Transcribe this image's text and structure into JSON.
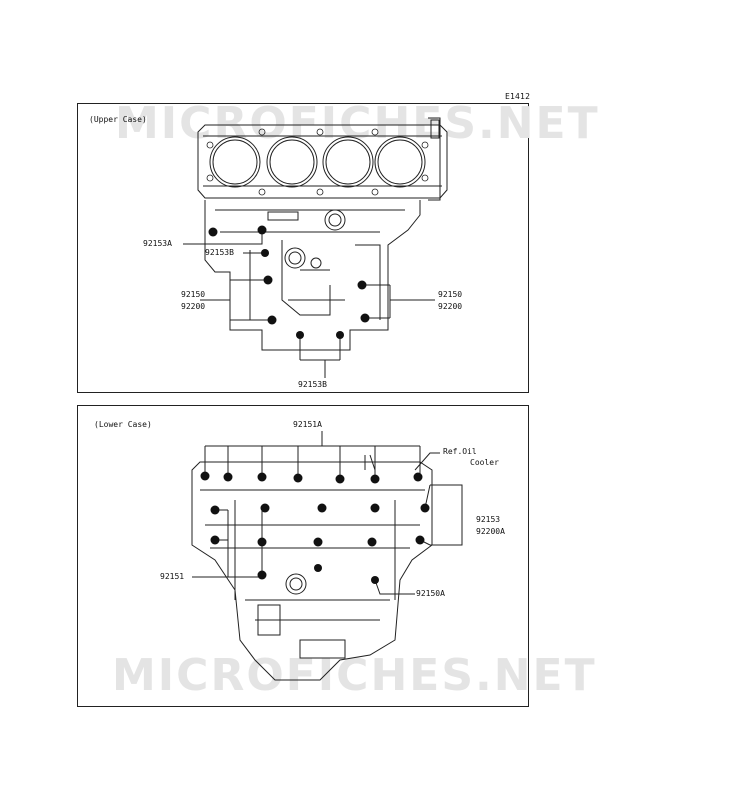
{
  "diagram_code": "E1412",
  "upper": {
    "title": "(Upper Case)",
    "labels": {
      "l92153A": "92153A",
      "l92153B_top": "92153B",
      "l92150_left": "92150",
      "l92200_left": "92200",
      "l92150_right": "92150",
      "l92200_right": "92200",
      "l92153B_bottom": "92153B"
    }
  },
  "lower": {
    "title": "(Lower Case)",
    "labels": {
      "l92151A": "92151A",
      "ref_oil_line1": "Ref.Oil",
      "ref_oil_line2": "Cooler",
      "l92153": "92153",
      "l92200A": "92200A",
      "l92151": "92151",
      "l92150A": "92150A"
    }
  },
  "watermark": "MICROFICHES.NET",
  "colors": {
    "line": "#222222",
    "bolt": "#111111",
    "watermark": "#e4e4e4"
  }
}
